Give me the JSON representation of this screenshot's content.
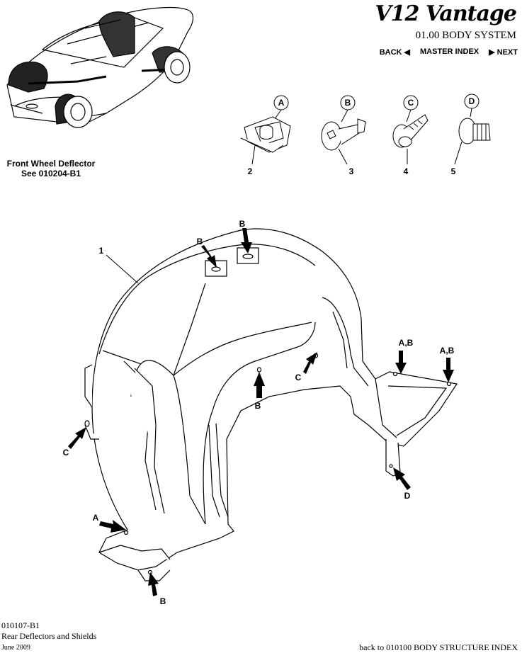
{
  "header": {
    "logo_text": "V12 Vantage",
    "section": "01.00 BODY SYSTEM",
    "nav_back": "BACK",
    "nav_master": "MASTER INDEX",
    "nav_next": "NEXT"
  },
  "inset": {
    "front_deflector_line1": "Front Wheel Deflector",
    "front_deflector_line2": "See 010204-B1"
  },
  "parts": [
    {
      "letter": "A",
      "number": "2"
    },
    {
      "letter": "B",
      "number": "3"
    },
    {
      "letter": "C",
      "number": "4"
    },
    {
      "letter": "D",
      "number": "5"
    }
  ],
  "callouts": {
    "item_1": "1",
    "b_top_left": "B",
    "b_top_right": "B",
    "b_mid": "B",
    "c_mid": "C",
    "c_left": "C",
    "ab_1": "A,B",
    "ab_2": "A,B",
    "d_right": "D",
    "a_bottom": "A",
    "b_bottom": "B"
  },
  "footer": {
    "code": "010107-B1",
    "title": "Rear Deflectors and Shields",
    "date": "June 2009",
    "back_link": "back to 010100 BODY STRUCTURE INDEX"
  }
}
